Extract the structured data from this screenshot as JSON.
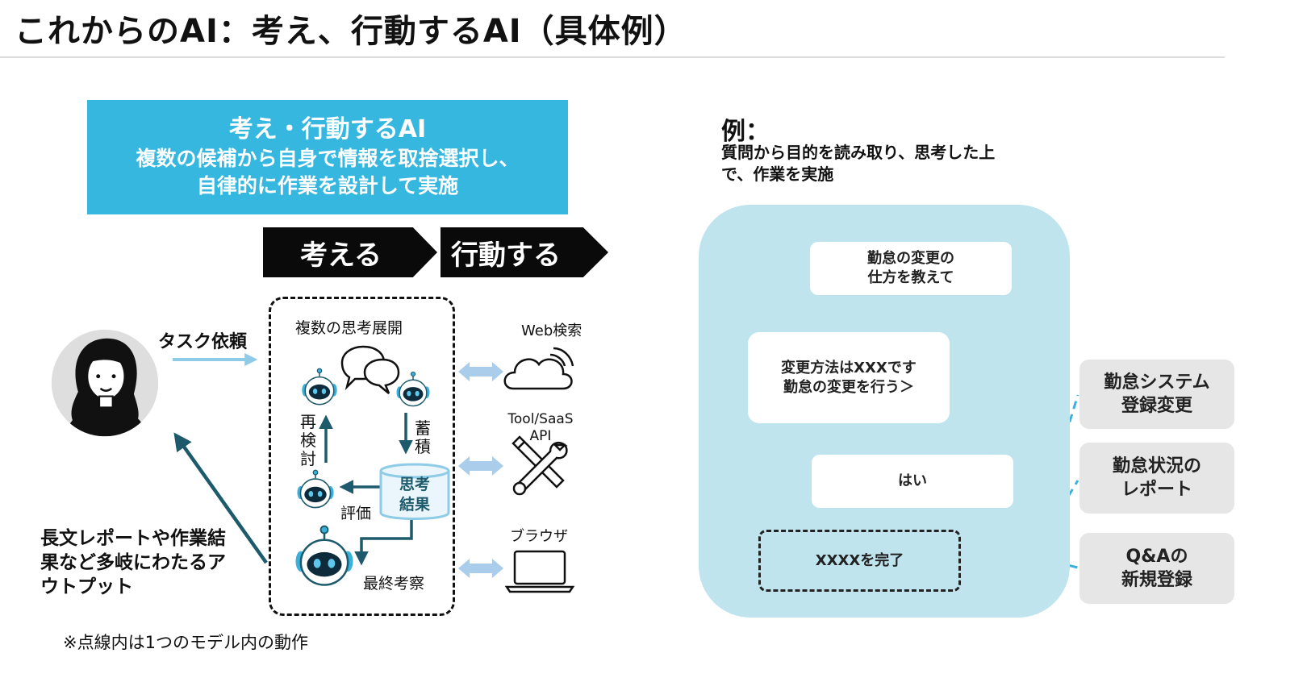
{
  "title": "これからのAI：考え、行動するAI（具体例）",
  "headline": {
    "line1": "考え・行動するAI",
    "line2": "複数の候補から自身で情報を取捨選択し、",
    "line3": "自律的に作業を設計して実施"
  },
  "phases": {
    "think": "考える",
    "act": "行動する"
  },
  "flow": {
    "task_request": "タスク依頼",
    "multi_thought": "複数の思考展開",
    "reconsider": [
      "再",
      "検",
      "討"
    ],
    "accumulate": [
      "蓄",
      "積"
    ],
    "result": [
      "思考",
      "結果"
    ],
    "evaluate": "評価",
    "final": "最終考察"
  },
  "tools": {
    "web": "Web検索",
    "api_line1": "Tool/SaaS",
    "api_line2": "API",
    "browser": "ブラウザ"
  },
  "output_text": [
    "長文レポートや作業結",
    "果など多岐にわたるア",
    "ウトプット"
  ],
  "note": "※点線内は1つのモデル内の動作",
  "example": {
    "title": "例：",
    "desc_line1": "質問から目的を読み取り、思考した上",
    "desc_line2": "で、作業を実施",
    "chat": [
      {
        "l1": "勤怠の変更の",
        "l2": "仕方を教えて"
      },
      {
        "l1": "変更方法はXXXです",
        "l2": "勤怠の変更を行う＞"
      },
      {
        "l1": "はい"
      },
      {
        "l1": "XXXXを完了"
      }
    ],
    "systems": [
      {
        "l1": "勤怠システム",
        "l2": "登録変更"
      },
      {
        "l1": "勤怠状況の",
        "l2": "レポート"
      },
      {
        "l1": "Q&Aの",
        "l2": "新規登録"
      }
    ]
  },
  "colors": {
    "accent_blue": "#35b7df",
    "panel_blue": "#bfe4ee",
    "dark_teal": "#1d5a6b",
    "arrow_light": "#8ecbe6",
    "dbl_arrow": "#a9cdea",
    "dashed_link": "#3ab0da",
    "system_gray": "#e6e6e6"
  }
}
